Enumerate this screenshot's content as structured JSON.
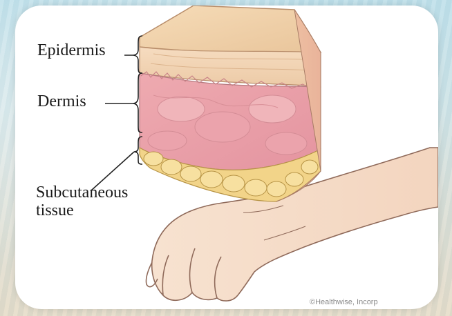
{
  "labels": {
    "epidermis": "Epidermis",
    "dermis": "Dermis",
    "subcutaneous_line1": "Subcutaneous",
    "subcutaneous_line2": "tissue"
  },
  "credit": "©Healthwise, Incorp",
  "colors": {
    "epidermis": "#f0cfa4",
    "dermis": "#e9a3a7",
    "subcutaneous_fat": "#f2d489",
    "skin_tone": "#f6ddc9",
    "card_background": "#ffffff"
  }
}
